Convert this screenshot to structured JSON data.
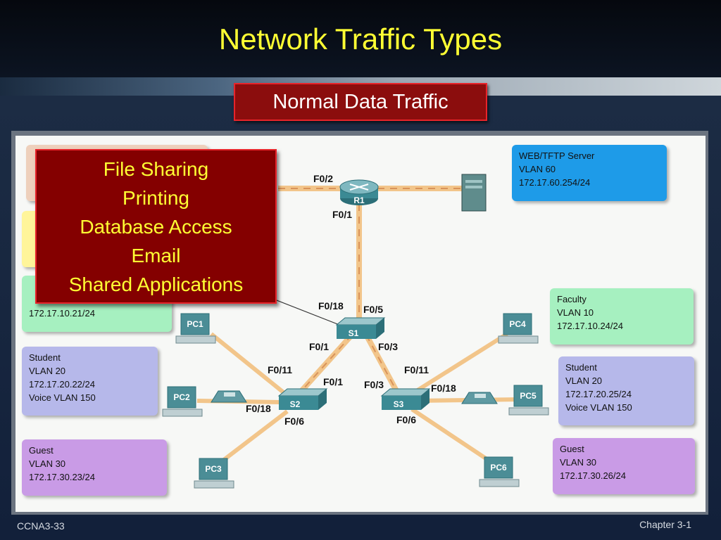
{
  "slide_title": "Network Traffic Types",
  "subtitle": "Normal Data Traffic",
  "callout_items": [
    "File Sharing",
    "Printing",
    "Database Access",
    "Email",
    "Shared Applications"
  ],
  "info_boxes": {
    "server": [
      "WEB/TFTP Server",
      "VLAN 60",
      "172.17.60.254/24"
    ],
    "left_faculty": [
      "172.17.10.21/24"
    ],
    "left_student": [
      "Student",
      "VLAN 20",
      "172.17.20.22/24",
      "Voice  VLAN 150"
    ],
    "left_guest": [
      "Guest",
      "VLAN 30",
      "172.17.30.23/24"
    ],
    "right_faculty": [
      "Faculty",
      "VLAN 10",
      "172.17.10.24/24"
    ],
    "right_student": [
      "Student",
      "VLAN 20",
      "172.17.20.25/24",
      "Voice  VLAN 150"
    ],
    "right_guest": [
      "Guest",
      "VLAN 30",
      "172.17.30.26/24"
    ]
  },
  "devices": {
    "r1": "R1",
    "s1": "S1",
    "s2": "S2",
    "s3": "S3",
    "pc1": "PC1",
    "pc2": "PC2",
    "pc3": "PC3",
    "pc4": "PC4",
    "pc5": "PC5",
    "pc6": "PC6"
  },
  "ports": {
    "r1_f02": "F0/2",
    "r1_f01": "F0/1",
    "s1_f018": "F0/18",
    "s1_f05": "F0/5",
    "s1_f01": "F0/1",
    "s1_f03": "F0/3",
    "s2_f011": "F0/11",
    "s2_f01": "F0/1",
    "s2_f018": "F0/18",
    "s2_f06": "F0/6",
    "s3_f011": "F0/11",
    "s3_f03": "F0/3",
    "s3_f018": "F0/18",
    "s3_f06": "F0/6"
  },
  "footer": {
    "left": "CCNA3-33",
    "right": "Chapter 3-1"
  },
  "colors": {
    "title": "#ffff33",
    "callout_bg": "#840000",
    "callout_border": "#e8242a",
    "server_box": "#1e9be8",
    "faculty_box": "#a6f0c0",
    "student_box": "#b6b8ea",
    "guest_box": "#c99be6",
    "link": "#f2c58a"
  }
}
